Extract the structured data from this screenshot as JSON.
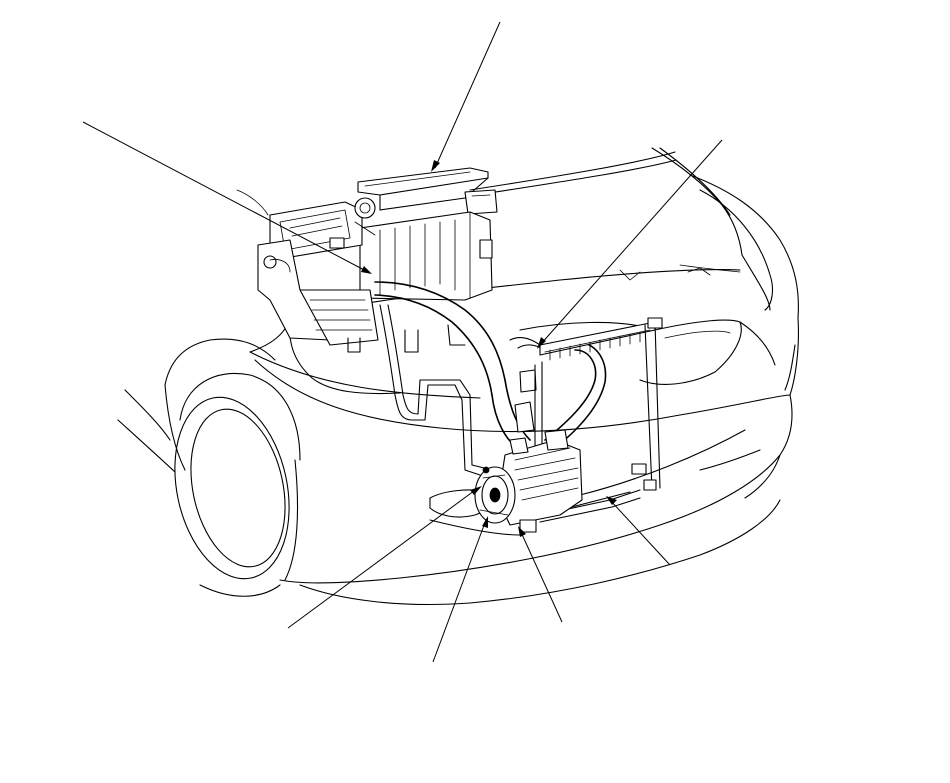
{
  "diagram": {
    "line_color": "#000000",
    "background_color": "#ffffff",
    "callout_leaders": [
      {
        "id": "dash-vent-duct",
        "label": ""
      },
      {
        "id": "evaporator-line",
        "label": ""
      },
      {
        "id": "pressure-switch",
        "label": ""
      },
      {
        "id": "condenser",
        "label": ""
      },
      {
        "id": "receiver-drier",
        "label": ""
      },
      {
        "id": "compressor-clutch",
        "label": ""
      },
      {
        "id": "compressor",
        "label": ""
      }
    ]
  }
}
